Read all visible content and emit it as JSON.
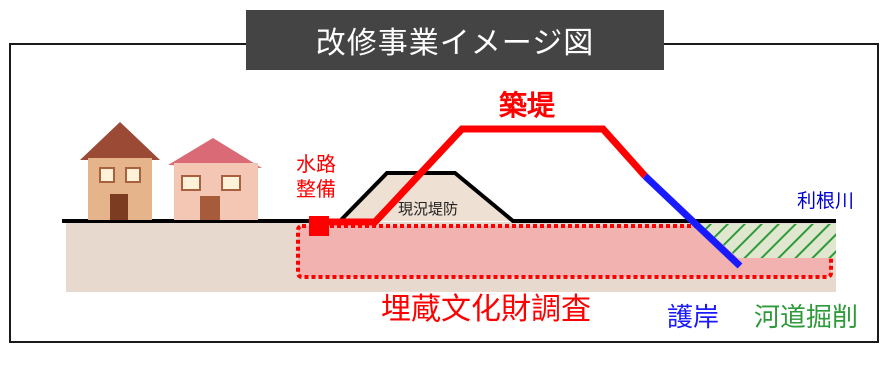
{
  "title": "改修事業イメージ図",
  "labels": {
    "embankment": "築堤",
    "waterway": "水路\n整備",
    "existing_levee": "現況堤防",
    "river_name": "利根川",
    "archaeology": "埋蔵文化財調査",
    "revetment": "護岸",
    "excavation": "河道掘削"
  },
  "colors": {
    "title_bg": "#444444",
    "embankment": "#ff0000",
    "revetment": "#1a1aff",
    "river": "#0000cc",
    "excavation": "#2e9a3a",
    "ground_section": "#e8d9cf",
    "dig_zone_fill": "#f2b3b0",
    "existing_levee_fill": "#eee0d2"
  },
  "icons": [
    "house-icon",
    "house-icon"
  ]
}
